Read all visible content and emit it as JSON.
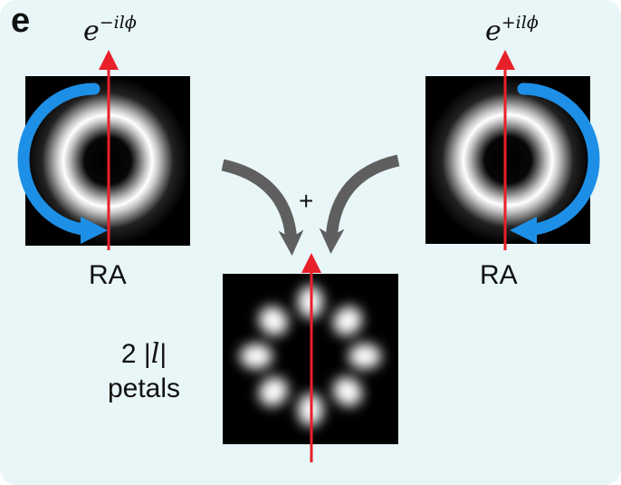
{
  "panel_label": "e",
  "left_phase": {
    "base": "e",
    "exponent": "−ilϕ"
  },
  "right_phase": {
    "base": "e",
    "exponent": "+ilϕ"
  },
  "left_axis_label": "RA",
  "right_axis_label": "RA",
  "combine_symbol": "+",
  "petals_label": {
    "count": "2",
    "bar_open": "|",
    "l": "l",
    "bar_close": "|",
    "word": "petals"
  },
  "colors": {
    "panel_background": "#e8f6f7",
    "rotation_arrow": "#1e8fe6",
    "axis_arrow": "#e8202a",
    "merge_arrow": "#5f5f5f"
  }
}
